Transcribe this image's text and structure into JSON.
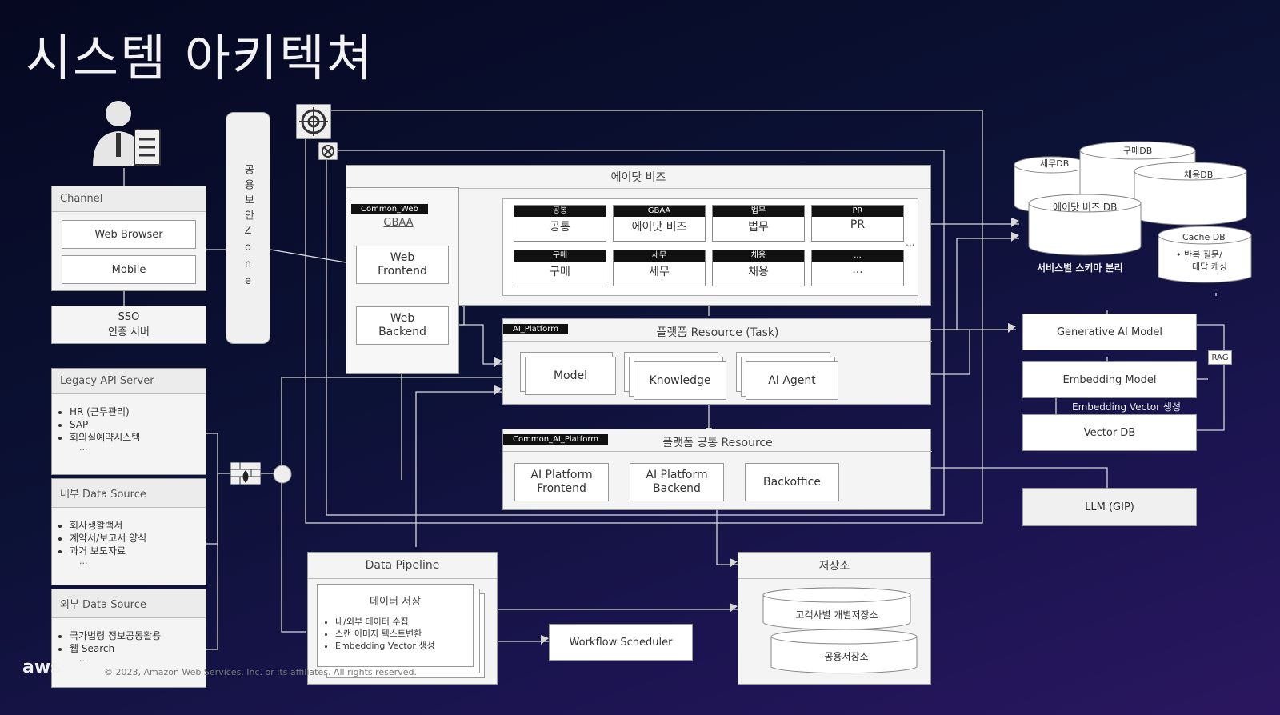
{
  "title": "시스템 아키텍쳐",
  "channel": {
    "header": "Channel",
    "web_browser": "Web Browser",
    "mobile": "Mobile"
  },
  "sso": {
    "line1": "SSO",
    "line2": "인증 서버"
  },
  "legacy": {
    "header": "Legacy API Server",
    "items": [
      "HR (근무관리)",
      "SAP",
      "회의실예약시스템"
    ],
    "more": "..."
  },
  "internal": {
    "header": "내부 Data Source",
    "items": [
      "회사생활백서",
      "계약서/보고서 양식",
      "과거 보도자료"
    ],
    "more": "..."
  },
  "external": {
    "header": "외부 Data Source",
    "items": [
      "국가법령 정보공동활용",
      "웹 Search"
    ],
    "more": "..."
  },
  "zone": {
    "text": "공용보안Zone"
  },
  "ai_biz": {
    "title": "에이닷 비즈",
    "common_web_tag": "Common_Web",
    "gbaa": "GBAA",
    "web_frontend": "Web\nFrontend",
    "web_backend": "Web\nBackend",
    "cells": [
      {
        "tag": "공통",
        "label": "공통"
      },
      {
        "tag": "GBAA",
        "label": "에이닷 비즈"
      },
      {
        "tag": "법무",
        "label": "법무"
      },
      {
        "tag": "PR",
        "label": "PR"
      },
      {
        "tag": "구매",
        "label": "구매"
      },
      {
        "tag": "세무",
        "label": "세무"
      },
      {
        "tag": "채용",
        "label": "채용"
      },
      {
        "tag": "...",
        "label": "..."
      }
    ],
    "dots": "..."
  },
  "ai_platform": {
    "tag": "AI_Platform",
    "title": "플랫폼 Resource (Task)",
    "model": "Model",
    "knowledge": "Knowledge",
    "agent": "AI Agent"
  },
  "common_ai": {
    "tag": "Common_AI_Platform",
    "title": "플랫폼 공통 Resource",
    "fe": "AI Platform\nFrontend",
    "be": "AI Platform\nBackend",
    "bo": "Backoffice"
  },
  "pipeline": {
    "header": "Data Pipeline",
    "inner_title": "데이터 저장",
    "items": [
      "내/외부 데이터 수집",
      "스캔 이미지 텍스트변환",
      "Embedding Vector 생성"
    ]
  },
  "scheduler": "Workflow Scheduler",
  "storage": {
    "header": "저장소",
    "db1": "고객사별 개별저장소",
    "db2": "공용저장소"
  },
  "dbs": {
    "tax": "세무DB",
    "purchase": "구매DB",
    "hire": "채용DB",
    "biz": "에이닷 비즈 DB",
    "caption": "서비스별 스키마 분리",
    "cache": "Cache DB",
    "cache_b1": "• 반복 질문/",
    "cache_b2": "대답 캐싱"
  },
  "models": {
    "gen": "Generative AI Model",
    "emb": "Embedding Model",
    "emb_vec": "Embedding Vector 생성",
    "vec": "Vector DB",
    "llm": "LLM (GIP)",
    "rag": "RAG"
  },
  "footer": "© 2023, Amazon Web Services, Inc. or its affiliates. All rights reserved.",
  "aws": "aws"
}
